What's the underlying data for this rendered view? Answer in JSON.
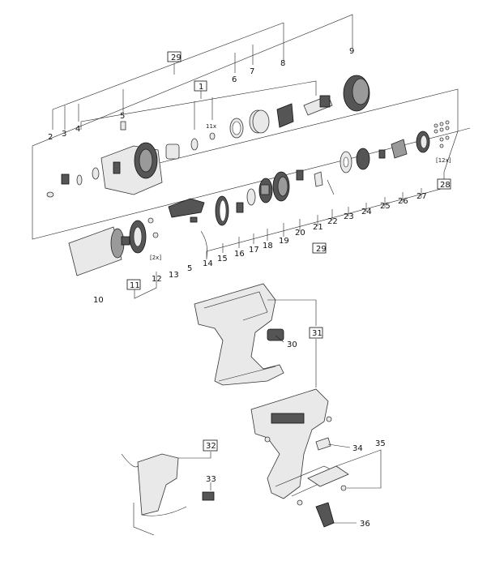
{
  "callouts": {
    "n1": "1",
    "n2": "2",
    "n3": "3",
    "n4": "4",
    "n5a": "5",
    "n5b": "5",
    "n6": "6",
    "n7": "7",
    "n8": "8",
    "n9": "9",
    "n10": "10",
    "n11": "11",
    "n12": "12",
    "n13": "13",
    "n14": "14",
    "n15": "15",
    "n16": "16",
    "n17": "17",
    "n18": "18",
    "n19": "19",
    "n20": "20",
    "n21": "21",
    "n22": "22",
    "n23": "23",
    "n24": "24",
    "n25": "25",
    "n26": "26",
    "n27": "27",
    "n28": "28",
    "n29a": "29",
    "n29b": "29",
    "n30": "30",
    "n31": "31",
    "n32": "32",
    "n33": "33",
    "n34": "34",
    "n35": "35",
    "n36": "36"
  },
  "quantities": {
    "q1": "11x",
    "q2": "[2x]",
    "q3": "[12x]"
  }
}
